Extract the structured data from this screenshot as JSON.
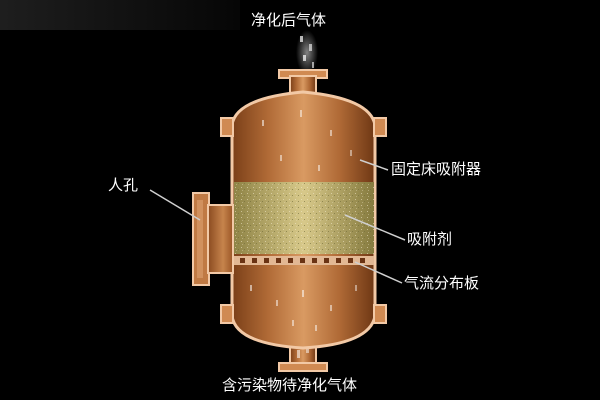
{
  "labels": {
    "outlet_gas": "净化后气体",
    "inlet_gas": "含污染物待净化气体",
    "manhole": "人孔",
    "vessel": "固定床吸附器",
    "adsorbent": "吸附剂",
    "distribution_plate": "气流分布板"
  },
  "colors": {
    "background": "#000000",
    "shell_outline": "#f2c9a6",
    "vessel_body": "#b9703a",
    "adsorbent_bed": "#c9b877",
    "label_text": "#ffffff",
    "leader_line": "#cfcfcf"
  }
}
